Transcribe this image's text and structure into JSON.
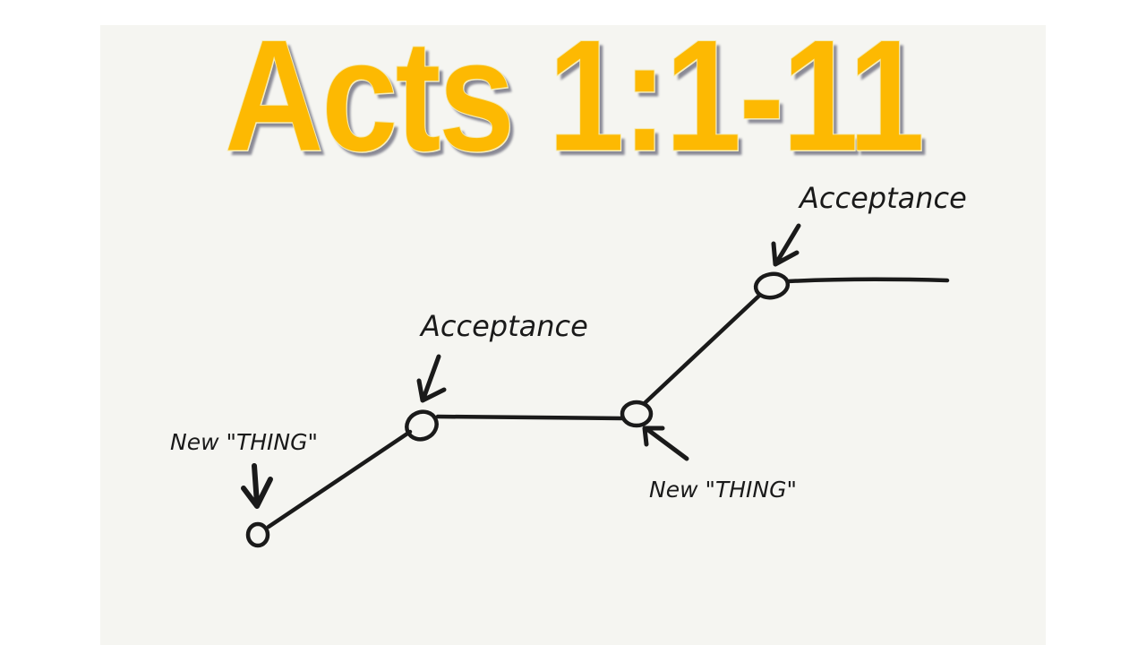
{
  "slide": {
    "title": "Acts 1:1-11",
    "title_color": "#fdb902",
    "ink_color": "#1a1a1a"
  },
  "diagram": {
    "labels": [
      {
        "id": "new-thing-1",
        "text": "New \"THING\""
      },
      {
        "id": "acceptance-1",
        "text": "Acceptance"
      },
      {
        "id": "new-thing-2",
        "text": "New \"THING\""
      },
      {
        "id": "acceptance-2",
        "text": "Acceptance"
      }
    ]
  }
}
